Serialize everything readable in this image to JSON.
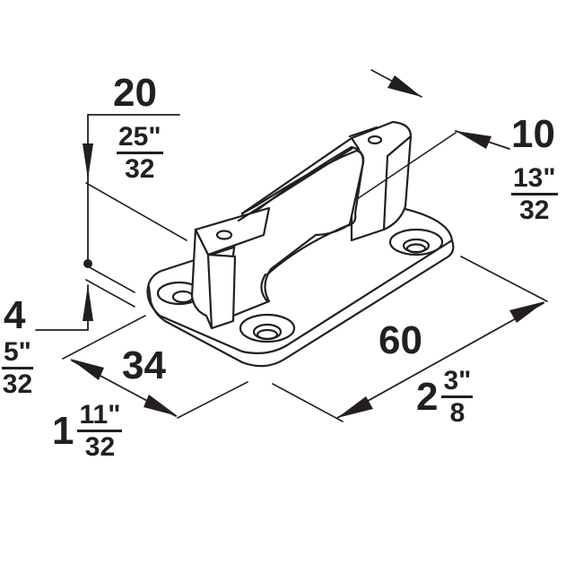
{
  "colors": {
    "ink": "#231f20",
    "fill": "#ffffff"
  },
  "dimensions": {
    "top_width": {
      "metric": "20",
      "imperial_num": "25\"",
      "imperial_den": "32"
    },
    "side_width": {
      "metric": "10",
      "imperial_num": "13\"",
      "imperial_den": "32"
    },
    "base_thickness": {
      "metric": "4",
      "imperial_num": "5\"",
      "imperial_den": "32"
    },
    "depth": {
      "metric": "34",
      "imperial_whole": "1",
      "imperial_num": "11\"",
      "imperial_den": "32"
    },
    "length": {
      "metric": "60",
      "imperial_whole": "2",
      "imperial_num": "3\"",
      "imperial_den": "8"
    }
  }
}
